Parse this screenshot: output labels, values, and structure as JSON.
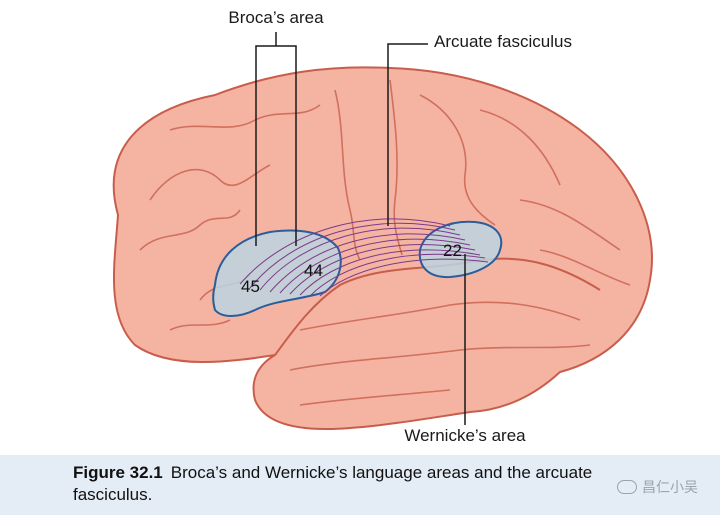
{
  "labels": {
    "broca": "Broca’s area",
    "arcuate": "Arcuate fasciculus",
    "wernicke": "Wernicke’s area",
    "area45": "45",
    "area44": "44",
    "area22": "22"
  },
  "caption": {
    "figure": "Figure 32.1",
    "text": "Broca’s and Wernicke’s language areas and the arcuate fasciculus."
  },
  "watermark": "昌仁小吴",
  "colors": {
    "brain": "#f5b4a2",
    "sulcus": "#d06b5a",
    "area_fill": "#bcd3e2",
    "area_stroke": "#2a5d99",
    "fiber": "#7a3a8a",
    "caption_band": "#e4edf6"
  }
}
